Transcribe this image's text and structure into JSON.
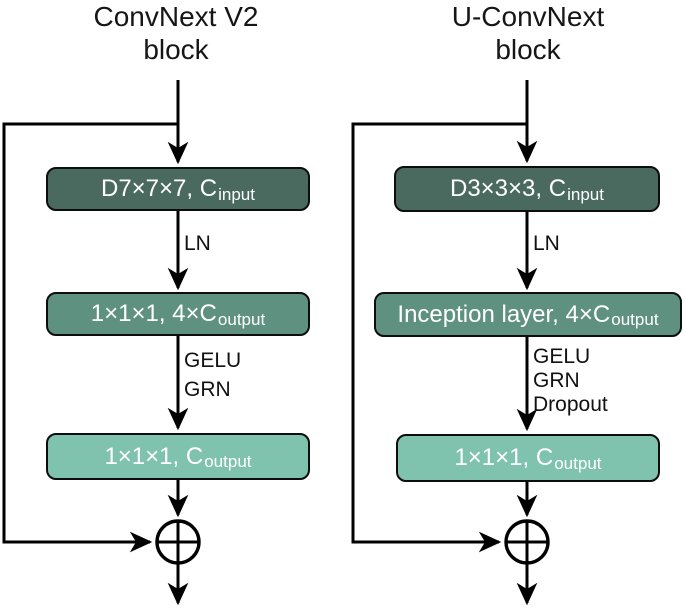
{
  "colors": {
    "box_dark": "#4a6a60",
    "box_medium": "#5f9181",
    "box_light": "#7fc2ad",
    "box_border": "#0d0d0d",
    "box_text": "#ffffff",
    "title_text": "#161616",
    "line": "#000000"
  },
  "left": {
    "title_line1": "ConvNext V2",
    "title_line2": "block",
    "boxes": [
      {
        "main": "D7×7×7, C",
        "sub": "input"
      },
      {
        "main": "1×1×1, 4×C",
        "sub": "output"
      },
      {
        "main": "1×1×1, C",
        "sub": "output"
      }
    ],
    "edge1_label": "LN",
    "edge2_labels": [
      "GELU",
      "GRN"
    ]
  },
  "right": {
    "title_line1": "U-ConvNext",
    "title_line2": "block",
    "boxes": [
      {
        "main": "D3×3×3, C",
        "sub": "input"
      },
      {
        "main": "Inception layer, 4×C",
        "sub": "output"
      },
      {
        "main": "1×1×1, C",
        "sub": "output"
      }
    ],
    "edge1_label": "LN",
    "edge2_labels": [
      "GELU",
      "GRN",
      "Dropout"
    ]
  }
}
